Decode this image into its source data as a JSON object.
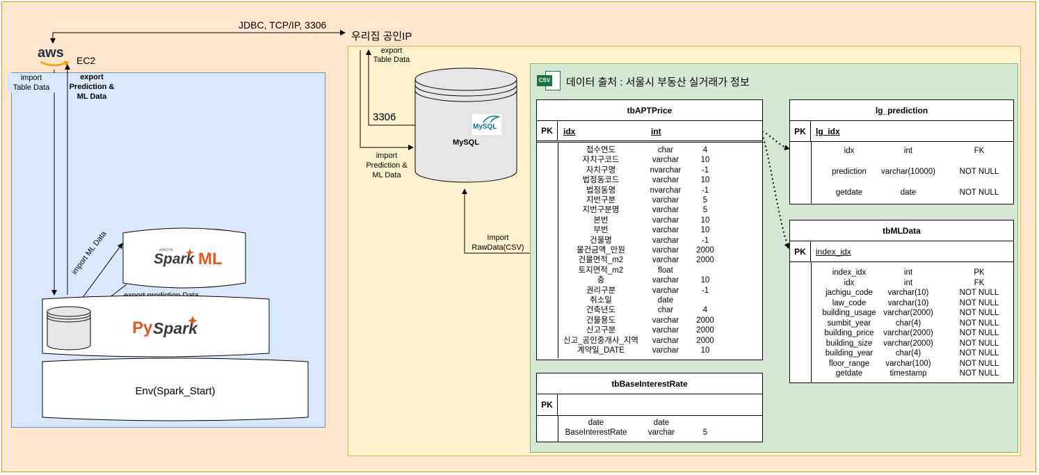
{
  "top": {
    "jdbc_label": "JDBC, TCP/IP, 3306",
    "home_ip": "우리집 공인IP",
    "aws_logo": "aws",
    "ec2": "EC2"
  },
  "aws_area": {
    "import_table_data": [
      "import",
      "Table Data"
    ],
    "export_prediction": [
      "export",
      "Prediction &",
      "ML Data"
    ],
    "import_ml_data": "import ML Data",
    "export_prediction_data": "export prediction Data",
    "spark_ml_apache": "APACHE",
    "spark_ml_spark": "Spark",
    "spark_ml_ml": "ML",
    "pyspark_py": "Py",
    "pyspark_spark": "Spark",
    "env": "Env(Spark_Start)"
  },
  "home_area": {
    "export_table_data": [
      "export",
      "Table Data"
    ],
    "port": "3306",
    "import_prediction": [
      "import",
      "Prediction &",
      "ML Data"
    ],
    "mysql_logo": "MySQL",
    "mysql_label": "MySQL",
    "import_rawdata": [
      "Import",
      "RawData(CSV)"
    ]
  },
  "csv_area": {
    "csv_icon": "CSV",
    "title": "데이터 출처 : 서울시 부동산 실거래가 정보"
  },
  "tables": {
    "apt": {
      "name": "tbAPTPrice",
      "pk": "PK",
      "pk_field": "idx",
      "pk_type": "int",
      "rows": [
        [
          "접수연도",
          "char",
          "4"
        ],
        [
          "자치구코드",
          "varchar",
          "10"
        ],
        [
          "자치구명",
          "nvarchar",
          "-1"
        ],
        [
          "법정동코드",
          "varchar",
          "10"
        ],
        [
          "법정동명",
          "nvarchar",
          "-1"
        ],
        [
          "지번구분",
          "varchar",
          "5"
        ],
        [
          "지번구분명",
          "varchar",
          "5"
        ],
        [
          "본번",
          "varchar",
          "10"
        ],
        [
          "부번",
          "varchar",
          "10"
        ],
        [
          "건물명",
          "varchar",
          "-1"
        ],
        [
          "물건금액_만원",
          "varchar",
          "2000"
        ],
        [
          "건물면적_m2",
          "varchar",
          "2000"
        ],
        [
          "토지면적_m2",
          "float",
          ""
        ],
        [
          "층",
          "varchar",
          "10"
        ],
        [
          "권리구분",
          "varchar",
          "-1"
        ],
        [
          "취소일",
          "date",
          ""
        ],
        [
          "건축년도",
          "char",
          "4"
        ],
        [
          "건물용도",
          "varchar",
          "2000"
        ],
        [
          "신고구분",
          "varchar",
          "2000"
        ],
        [
          "신고_공인중개사_지역",
          "varchar",
          "2000"
        ],
        [
          "계약일_DATE",
          "varchar",
          "10"
        ]
      ]
    },
    "rate": {
      "name": "tbBaseInterestRate",
      "pk": "PK",
      "rows": [
        [
          "date",
          "date",
          ""
        ],
        [
          "BaseInterestRate",
          "varchar",
          "5"
        ]
      ]
    },
    "lg": {
      "name": "lg_prediction",
      "pk": "PK",
      "pk_field": "lg_idx",
      "rows": [
        [
          "idx",
          "int",
          "FK"
        ],
        [
          "prediction",
          "varchar(10000)",
          "NOT NULL"
        ],
        [
          "getdate",
          "date",
          "NOT NULL"
        ]
      ]
    },
    "ml": {
      "name": "tbMLData",
      "pk": "PK",
      "pk_field": "index_idx",
      "rows": [
        [
          "index_idx",
          "int",
          "PK"
        ],
        [
          "idx",
          "int",
          "FK"
        ],
        [
          "jachigu_code",
          "varchar(10)",
          "NOT NULL"
        ],
        [
          "law_code",
          "varchar(10)",
          "NOT NULL"
        ],
        [
          "building_usage",
          "varchar(2000)",
          "NOT NULL"
        ],
        [
          "sumbit_year",
          "char(4)",
          "NOT NULL"
        ],
        [
          "building_price",
          "varchar(2000)",
          "NOT NULL"
        ],
        [
          "building_size",
          "varchar(2000)",
          "NOT NULL"
        ],
        [
          "building_year",
          "char(4)",
          "NOT NULL"
        ],
        [
          "floor_range",
          "varchar(100)",
          "NOT NULL"
        ],
        [
          "getdate",
          "timestamp",
          "NOT NULL"
        ]
      ]
    }
  },
  "colors": {
    "outer_bg": "#ffe6cc",
    "aws_bg": "#dae8fc",
    "home_bg": "#fff2cc",
    "csv_bg": "#d5e8d4",
    "spark_orange": "#e25a1c",
    "aws_orange": "#ff9900",
    "csv_green": "#1e7145"
  }
}
